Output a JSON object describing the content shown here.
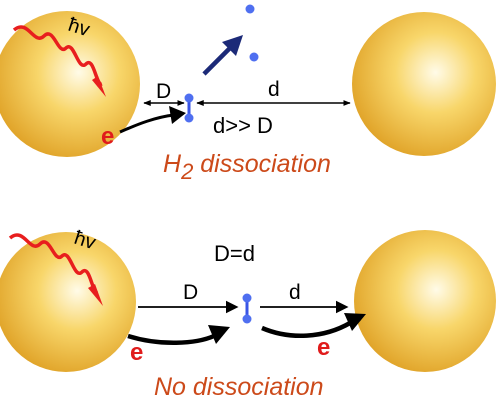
{
  "colors": {
    "sphere_light": "#fffbe8",
    "sphere_mid": "#f8d66a",
    "sphere_dark": "#e0a328",
    "photon_red": "#e81e1e",
    "electron_red": "#e01b1b",
    "caption_orange": "#cc4a1a",
    "atom_blue": "#4f6ff0",
    "bond_blue": "#3a55e6",
    "arrow_navy": "#1c2a78",
    "line_black": "#000000"
  },
  "top_panel": {
    "photon_label": "ħv",
    "electron_label": "e",
    "gap_label_near": "D",
    "gap_label_far": "d",
    "condition": "d>> D",
    "caption_main": "H",
    "caption_sub": "2",
    "caption_rest": " dissociation"
  },
  "bottom_panel": {
    "photon_label": "ħv",
    "electron_label_left": "e",
    "electron_label_right": "e",
    "condition": "D=d",
    "gap_label_near": "D",
    "gap_label_far": "d",
    "caption": "No dissociation"
  }
}
